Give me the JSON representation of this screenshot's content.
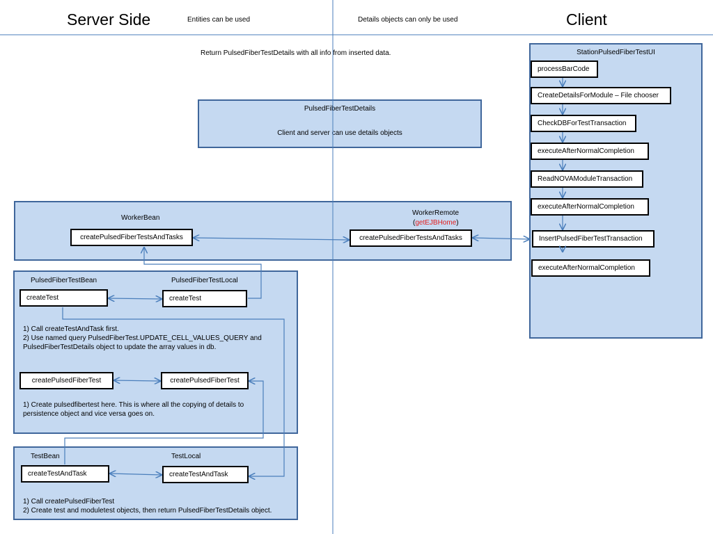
{
  "header": {
    "server_title": "Server Side",
    "client_title": "Client",
    "entities_note": "Entities can be used",
    "details_note": "Details objects can  only be used"
  },
  "top_note": "Return PulsedFiberTestDetails with all info from inserted data.",
  "details_panel": {
    "title": "PulsedFiberTestDetails",
    "text": "Client and server can use details objects"
  },
  "worker_panel": {
    "bean_label": "WorkerBean",
    "bean_method": "createPulsedFiberTestsAndTasks",
    "remote_label": "WorkerRemote",
    "remote_paren_open": "(",
    "remote_ejb": "getEJBHome",
    "remote_paren_close": ")",
    "remote_method": "createPulsedFiberTestsAndTasks"
  },
  "pft_panel": {
    "bean_label": "PulsedFiberTestBean",
    "local_label": "PulsedFiberTestLocal",
    "bean_method1": "createTest",
    "local_method1": "createTest",
    "notes1": [
      "1) Call createTestAndTask first.",
      "2) Use named query PulsedFiberTest.UPDATE_CELL_VALUES_QUERY  and",
      "PulsedFiberTestDetails object to update the array values in db."
    ],
    "bean_method2": "createPulsedFiberTest",
    "local_method2": "createPulsedFiberTest",
    "notes2": [
      "1) Create pulsedfibertest here.  This is where all the copying of details to",
      "persistence object and vice versa goes on."
    ]
  },
  "test_panel": {
    "bean_label": "TestBean",
    "local_label": "TestLocal",
    "bean_method": "createTestAndTask",
    "local_method": "createTestAndTask",
    "notes": [
      "1) Call createPulsedFiberTest",
      "2) Create test and moduletest objects, then return PulsedFiberTestDetails object."
    ]
  },
  "client_panel": {
    "title": "StationPulsedFiberTestUI",
    "steps": [
      "processBarCode",
      "CreateDetailsForModule – File chooser",
      "CheckDBForTestTransaction",
      "executeAfterNormalCompletion",
      "ReadNOVAModuleTransaction",
      "executeAfterNormalCompletion",
      "InsertPulsedFiberTestTransaction",
      "executeAfterNormalCompletion"
    ]
  },
  "colors": {
    "panel_fill": "#c5d9f1",
    "panel_border": "#3f669b",
    "arrow": "#4a7ebb",
    "remote_highlight": "#e31d1d"
  }
}
